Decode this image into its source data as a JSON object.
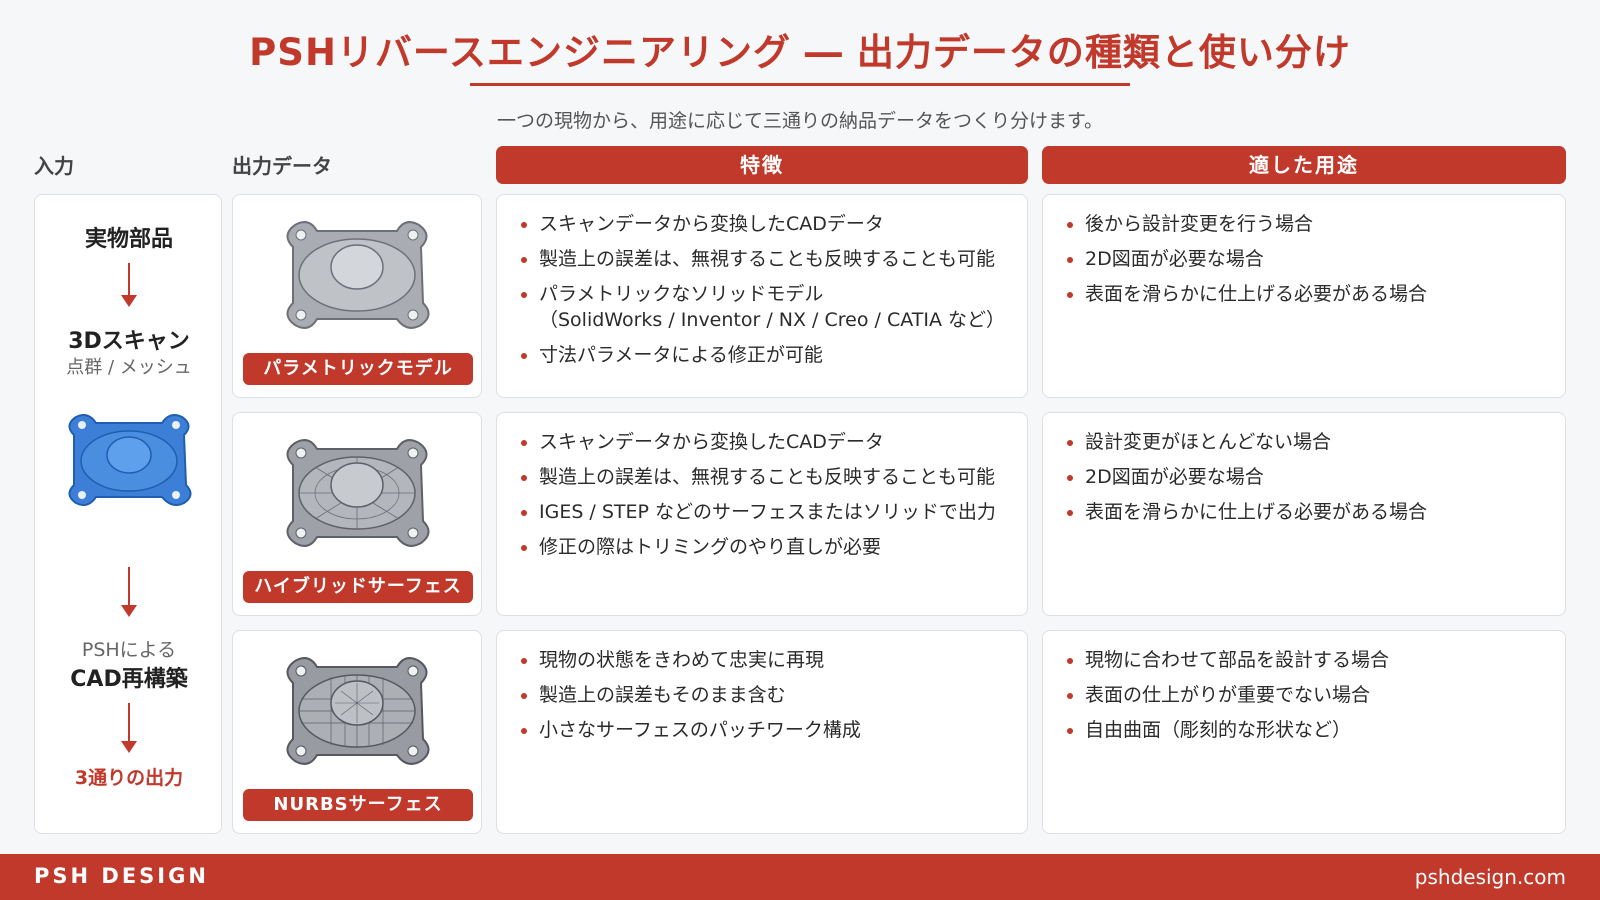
{
  "title": "PSHリバースエンジニアリング ― 出力データの種類と使い分け",
  "subtitle": "一つの現物から、用途に応じて三通りの納品データをつくり分けます。",
  "columns": {
    "input": "入力",
    "output": "出力データ",
    "features": "特徴",
    "uses": "適した用途"
  },
  "flow": {
    "step1": "実物部品",
    "step2": "3Dスキャン",
    "step2_sub": "点群 / メッシュ",
    "step3_pre": "PSHによる",
    "step3": "CAD再構築",
    "result": "3通りの出力"
  },
  "rows": [
    {
      "name": "パラメトリックモデル",
      "features": [
        "スキャンデータから変換したCADデータ",
        "製造上の誤差は、無視することも反映することも可能",
        "パラメトリックなソリッドモデル",
        "（SolidWorks / Inventor / NX / Creo / CATIA など）",
        "寸法パラメータによる修正が可能"
      ],
      "uses": [
        "後から設計変更を行う場合",
        "2D図面が必要な場合",
        "表面を滑らかに仕上げる必要がある場合"
      ]
    },
    {
      "name": "ハイブリッドサーフェス",
      "features": [
        "スキャンデータから変換したCADデータ",
        "製造上の誤差は、無視することも反映することも可能",
        "IGES / STEP などのサーフェスまたはソリッドで出力",
        "修正の際はトリミングのやり直しが必要"
      ],
      "uses": [
        "設計変更がほとんどない場合",
        "2D図面が必要な場合",
        "表面を滑らかに仕上げる必要がある場合"
      ]
    },
    {
      "name": "NURBSサーフェス",
      "features": [
        "現物の状態をきわめて忠実に再現",
        "製造上の誤差もそのまま含む",
        "小さなサーフェスのパッチワーク構成"
      ],
      "uses": [
        "現物に合わせて部品を設計する場合",
        "表面の仕上がりが重要でない場合",
        "自由曲面（彫刻的な形状など）"
      ]
    }
  ],
  "footer": {
    "brand": "PSH DESIGN",
    "site": "pshdesign.com"
  },
  "colors": {
    "accent": "#c0392b",
    "scan_blue": "#3d7fd6",
    "model_gray": "#a9adb3"
  }
}
